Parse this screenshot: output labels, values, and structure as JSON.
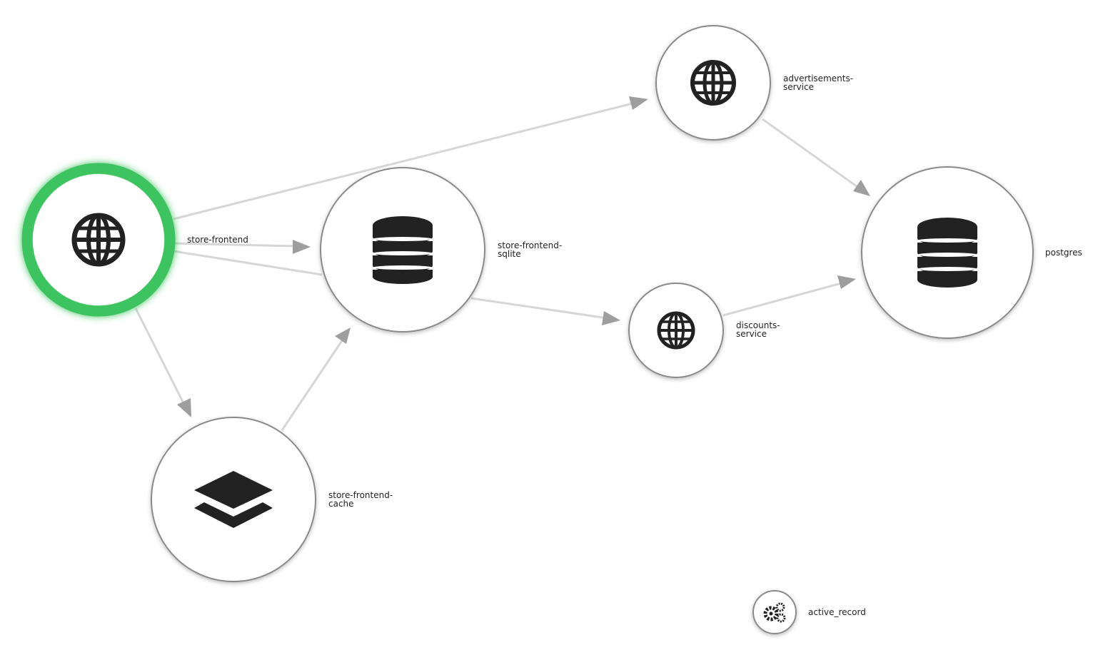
{
  "nodes": [
    {
      "id": "store-frontend",
      "icon": "globe-icon",
      "label_lines": [],
      "selected": true,
      "highlight_color": "#3ec35f"
    },
    {
      "id": "store-frontend-sqlite",
      "icon": "database-icon",
      "label_lines": [
        "store-frontend-",
        "sqlite"
      ]
    },
    {
      "id": "store-frontend-cache",
      "icon": "layers-icon",
      "label_lines": [
        "store-frontend-",
        "cache"
      ]
    },
    {
      "id": "advertisements-service",
      "icon": "globe-icon",
      "label_lines": [
        "advertisements-",
        "service"
      ]
    },
    {
      "id": "discounts-service",
      "icon": "globe-icon",
      "label_lines": [
        "discounts-",
        "service"
      ]
    },
    {
      "id": "postgres",
      "icon": "database-icon",
      "label_lines": [
        "postgres"
      ]
    },
    {
      "id": "active_record",
      "icon": "gears-icon",
      "label_lines": [
        "active_record"
      ]
    }
  ],
  "edges": [
    {
      "from": "store-frontend",
      "to": "advertisements-service"
    },
    {
      "from": "store-frontend",
      "to": "store-frontend-sqlite"
    },
    {
      "from": "store-frontend",
      "to": "store-frontend-cache"
    },
    {
      "from": "store-frontend-cache",
      "to": "store-frontend-sqlite"
    },
    {
      "from": "store-frontend-sqlite",
      "to": "discounts-service"
    },
    {
      "from": "advertisements-service",
      "to": "postgres"
    },
    {
      "from": "discounts-service",
      "to": "postgres"
    }
  ],
  "edge_labels": [
    {
      "text": "store-frontend"
    }
  ],
  "colors": {
    "edge": "#d6d6d6",
    "arrow": "#9e9e9e",
    "node_stroke": "#8a8a8a",
    "selected_ring": "#3ec35f",
    "icon": "#222222"
  }
}
